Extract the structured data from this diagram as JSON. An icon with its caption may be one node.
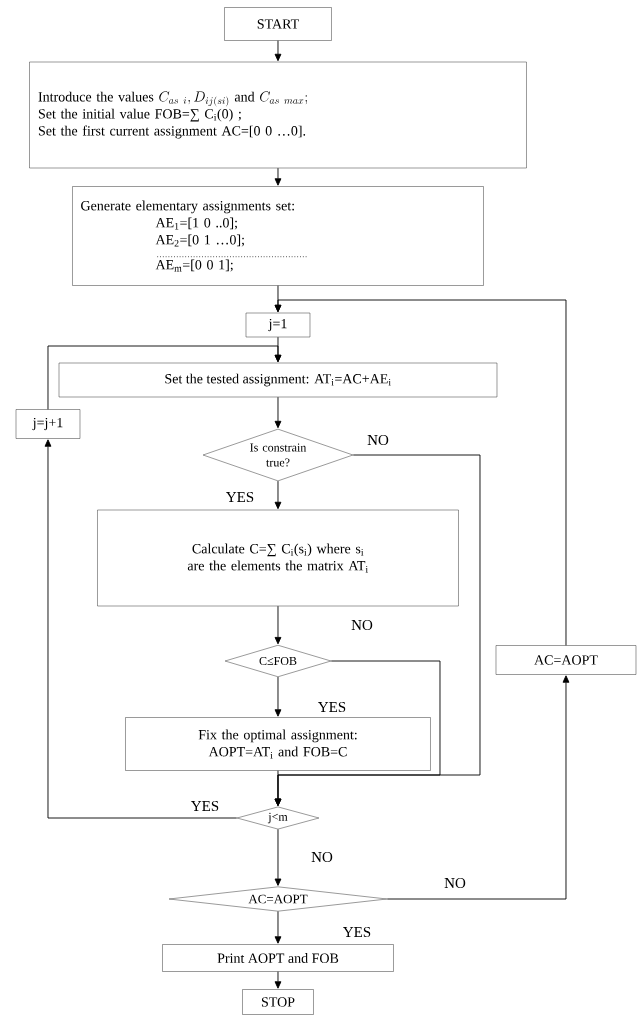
{
  "diagram": {
    "nodes": [
      {
        "text": [
          "START"
        ]
      },
      {
        "text": [
          "\\mbox{Introduce the values }C_{as\\ i},D_{ij(si)}\\mbox{ and }C_{as\\ max};",
          "Set the initial value FOB=∑ C$_{i}$(0) ;",
          "Set the first current assignment AC=[0 0 …0]."
        ]
      },
      {
        "text": [
          "Generate elementary assignments set:",
          "AE$_{1}$=[1 0 ..0];",
          "AE$_{2}$=[0 1 …0];",
          "AE$_{m}$=[0 0 1];"
        ]
      },
      {
        "text": [
          "j=1"
        ]
      },
      {
        "text": [
          "Set the tested assignment: AT$_{i}$=AC+AE$_{i}$"
        ]
      },
      {
        "text": [
          "Is constrain true?"
        ]
      },
      {
        "text": [
          "Calculate C=∑ C$_{i}$(s$_{i}$) where s$_{i}$ are the elements the matrix AT$_{i}$"
        ]
      },
      {
        "text": [
          "C≤FOB"
        ]
      },
      {
        "text": [
          "Fix the optimal assignment: AOPT=AT$_{i}$ and FOB=C"
        ]
      },
      {
        "text": [
          "j<m"
        ]
      },
      {
        "text": [
          "AC=AOPT"
        ]
      },
      {
        "text": [
          "Print AOPT and FOB"
        ]
      },
      {
        "text": [
          "STOP"
        ]
      },
      {
        "text": [
          "j=j+1"
        ]
      },
      {
        "text": [
          "AC=AOPT"
        ]
      }
    ],
    "edges": [
      {
        "from": 0,
        "to": 1,
        "arrow": "to"
      },
      {
        "from": 1,
        "to": 2,
        "arrow": "to"
      },
      {
        "from": 2,
        "to": 3,
        "arrow": "to"
      },
      {
        "from": 3,
        "to": 4,
        "arrow": "to"
      },
      {
        "from": 4,
        "to": 5,
        "arrow": "to"
      },
      {
        "from": 5,
        "to": 6,
        "arrow": "to",
        "label": "YES"
      },
      {
        "from": 5,
        "to": 9,
        "arrow": "to",
        "label": "NO"
      },
      {
        "from": 6,
        "to": 7,
        "arrow": "to"
      },
      {
        "from": 7,
        "to": 8,
        "arrow": "to",
        "label": "YES"
      },
      {
        "from": 7,
        "to": 9,
        "arrow": "to",
        "label": "NO"
      },
      {
        "from": 8,
        "to": 9,
        "arrow": "to"
      },
      {
        "from": 9,
        "to": 13,
        "arrow": "to",
        "label": "YES"
      },
      {
        "from": 13,
        "to": 4,
        "arrow": "to"
      },
      {
        "from": 9,
        "to": 10,
        "arrow": "to",
        "label": "NO"
      },
      {
        "from": 10,
        "to": 14,
        "arrow": "to",
        "label": "NO"
      },
      {
        "from": 14,
        "to": 3,
        "arrow": "to"
      },
      {
        "from": 10,
        "to": 11,
        "arrow": "to",
        "label": "YES"
      },
      {
        "from": 11,
        "to": 12,
        "arrow": "to"
      }
    ]
  }
}
